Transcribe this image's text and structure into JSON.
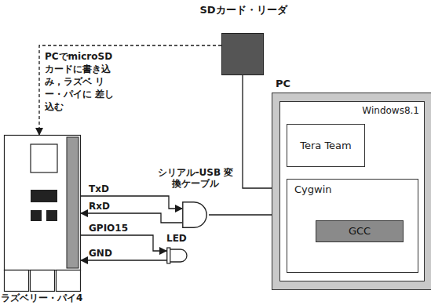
{
  "diagram": {
    "nodes": [
      {
        "text": [
          "SDカード・リーダ"
        ]
      },
      {
        "text": [
          "PC"
        ]
      },
      {
        "text": [
          "Windows8.1"
        ],
        "in": 1
      },
      {
        "text": [
          "Tera Team"
        ],
        "in": 2
      },
      {
        "text": [
          "Cygwin"
        ],
        "in": 2
      },
      {
        "text": [
          "GCC"
        ],
        "in": 4
      },
      {
        "text": [
          "ラズベリー・パイ4"
        ]
      },
      {
        "text": [
          "シリアル-USB 変換ケーブル"
        ]
      },
      {
        "text": [
          "LED"
        ]
      }
    ],
    "edges": [
      {
        "from": 0,
        "to": 6,
        "arrow": "to",
        "label": "PCでmicroSD カードに書き込み，ラズベ リー・パイに 差し込む"
      },
      {
        "from": 0,
        "to": 1,
        "arrow": "none"
      },
      {
        "from": 6,
        "to": 7,
        "arrow": "to",
        "label": "TxD"
      },
      {
        "from": 7,
        "to": 6,
        "arrow": "to",
        "label": "RxD"
      },
      {
        "from": 7,
        "to": 1,
        "arrow": "none"
      },
      {
        "from": 6,
        "to": 8,
        "arrow": "to",
        "label": "GPIO15"
      },
      {
        "from": 8,
        "to": 6,
        "arrow": "to",
        "label": "GND"
      }
    ]
  }
}
